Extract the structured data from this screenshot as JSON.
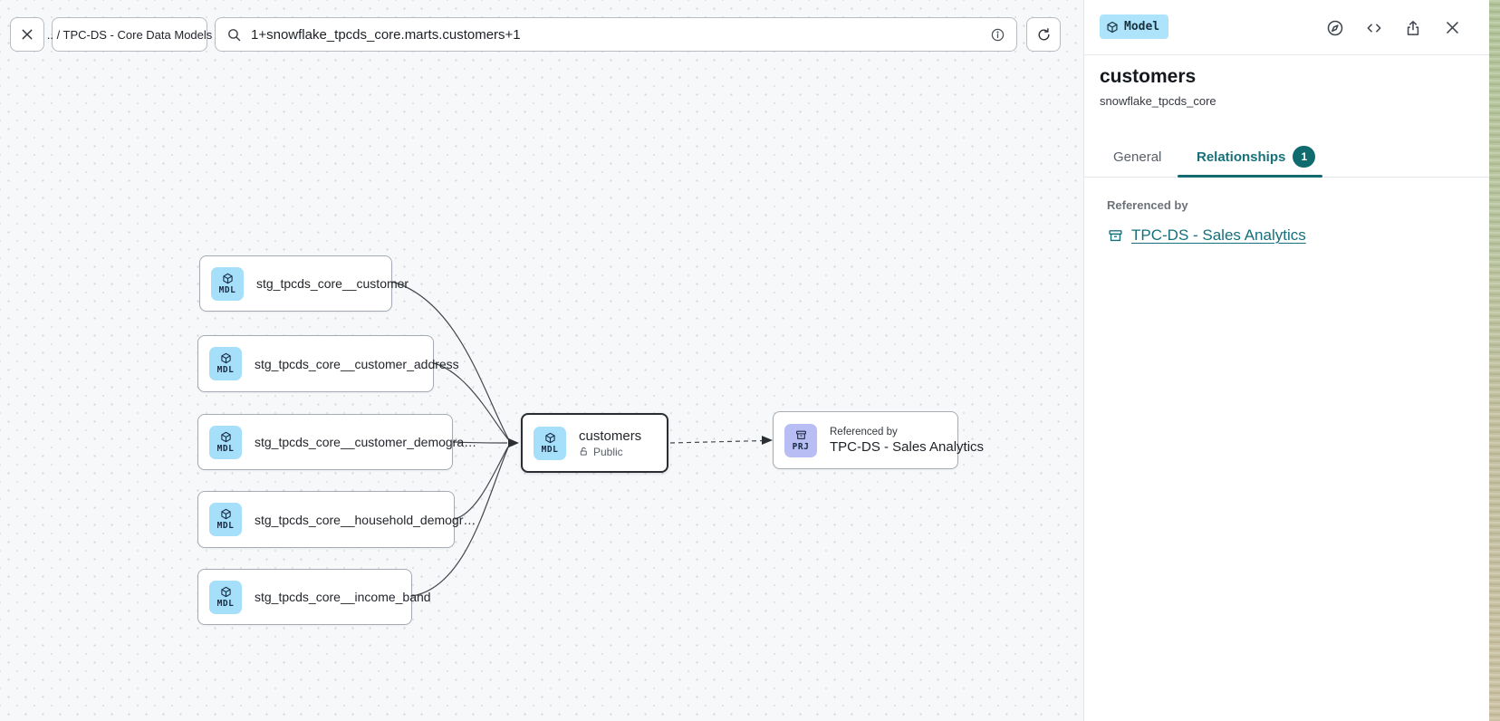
{
  "toolbar": {
    "breadcrumb": ".. / TPC-DS - Core Data Models",
    "search": {
      "value": "1+snowflake_tpcds_core.marts.customers+1"
    }
  },
  "panel": {
    "type_badge": "Model",
    "title": "customers",
    "subtitle": "snowflake_tpcds_core",
    "tabs": {
      "general": "General",
      "relationships": "Relationships",
      "relationships_count": "1"
    },
    "referenced_by_label": "Referenced by",
    "reference_link": "TPC-DS - Sales Analytics"
  },
  "canvas": {
    "upstream_nodes": [
      {
        "badge": "MDL",
        "label": "stg_tpcds_core__customer"
      },
      {
        "badge": "MDL",
        "label": "stg_tpcds_core__customer_address"
      },
      {
        "badge": "MDL",
        "label": "stg_tpcds_core__customer_demogra…"
      },
      {
        "badge": "MDL",
        "label": "stg_tpcds_core__household_demogr…"
      },
      {
        "badge": "MDL",
        "label": "stg_tpcds_core__income_band"
      }
    ],
    "selected_node": {
      "badge": "MDL",
      "label": "customers",
      "visibility": "Public"
    },
    "reference_node": {
      "badge": "PRJ",
      "caption": "Referenced by",
      "label": "TPC-DS - Sales Analytics"
    }
  },
  "colors": {
    "accent_teal": "#15707b",
    "model_badge_bg": "#ade3fb",
    "project_badge_bg": "#b8bdf4",
    "canvas_bg": "#f7f8fa"
  }
}
